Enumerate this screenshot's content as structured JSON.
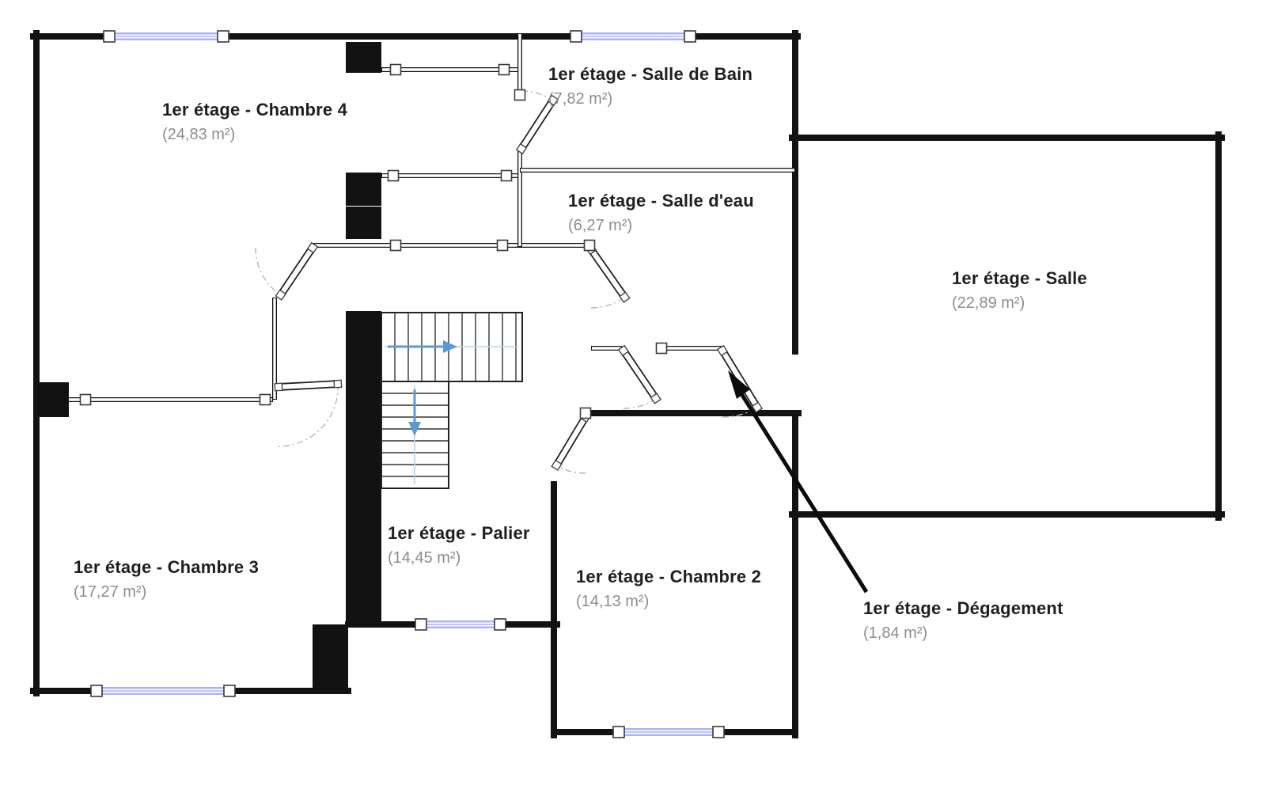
{
  "plan": {
    "floor": "1er étage",
    "rooms": [
      {
        "id": "chambre-4",
        "name": "1er étage - Chambre 4",
        "area": "(24,83 m²)"
      },
      {
        "id": "salle-de-bain",
        "name": "1er étage - Salle de Bain",
        "area": "(7,82 m²)"
      },
      {
        "id": "salle-d-eau",
        "name": "1er étage - Salle d'eau",
        "area": "(6,27 m²)"
      },
      {
        "id": "salle",
        "name": "1er étage - Salle",
        "area": "(22,89 m²)"
      },
      {
        "id": "palier",
        "name": "1er étage - Palier",
        "area": "(14,45 m²)"
      },
      {
        "id": "chambre-3",
        "name": "1er étage - Chambre 3",
        "area": "(17,27 m²)"
      },
      {
        "id": "chambre-2",
        "name": "1er étage - Chambre 2",
        "area": "(14,13 m²)"
      },
      {
        "id": "degagement",
        "name": "1er étage - Dégagement",
        "area": "(1,84 m²)"
      }
    ],
    "icons": {
      "stairs_up_arrow": "arrow-right",
      "stairs_down_arrow": "arrow-down",
      "degagement_pointer": "arrow-pointer"
    },
    "colors": {
      "wall": "#121212",
      "window": "#aab4f4",
      "stair_arrow": "#5b9bd5",
      "label": "#1f1f1f",
      "area": "#8d8d8d",
      "background": "#ffffff"
    }
  }
}
